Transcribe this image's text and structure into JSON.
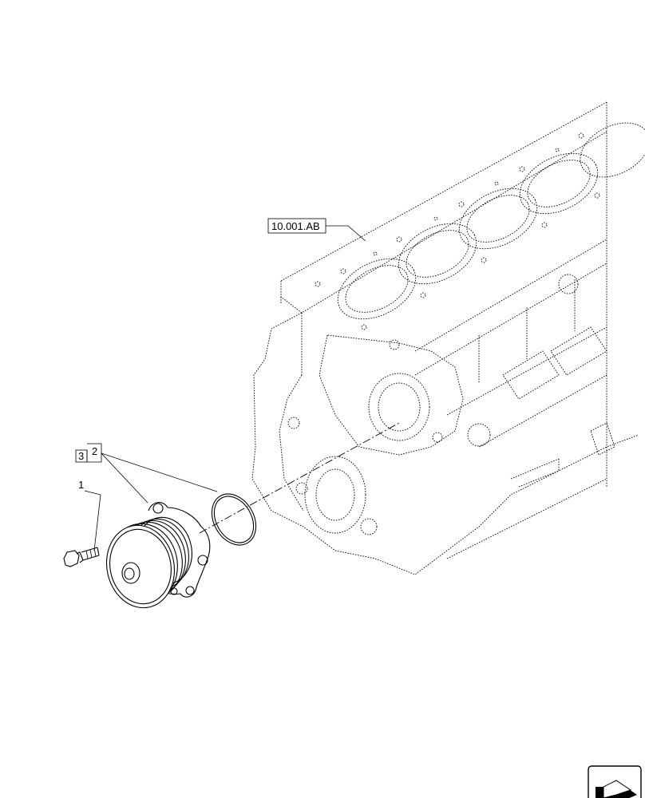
{
  "callouts": {
    "block_ref": "10.001.AB",
    "boxed_qty": "3",
    "seal_item": "2",
    "bolt_item": "1"
  },
  "icons": {
    "nav": "next-page-arrow-icon"
  }
}
